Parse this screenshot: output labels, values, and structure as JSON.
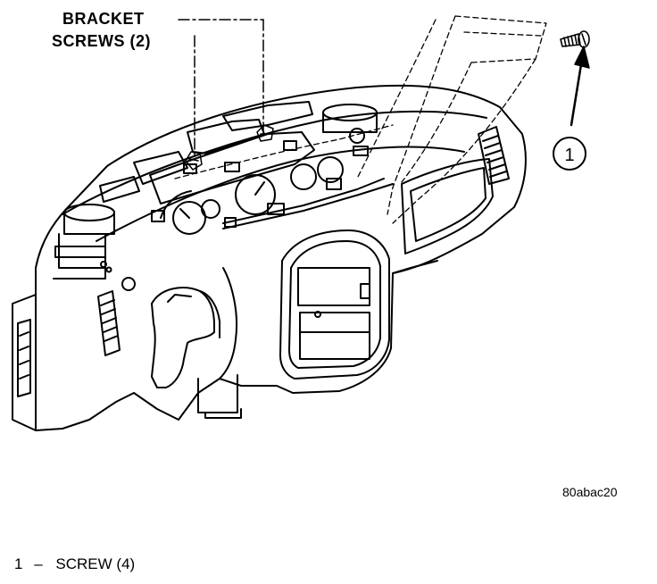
{
  "labels": {
    "bracket_line1": "BRACKET",
    "bracket_line2": "SCREWS (2)",
    "figure_id": "80abac20"
  },
  "callout": {
    "number": "1"
  },
  "legend": {
    "number": "1",
    "dash": "–",
    "text": "SCREW (4)"
  }
}
